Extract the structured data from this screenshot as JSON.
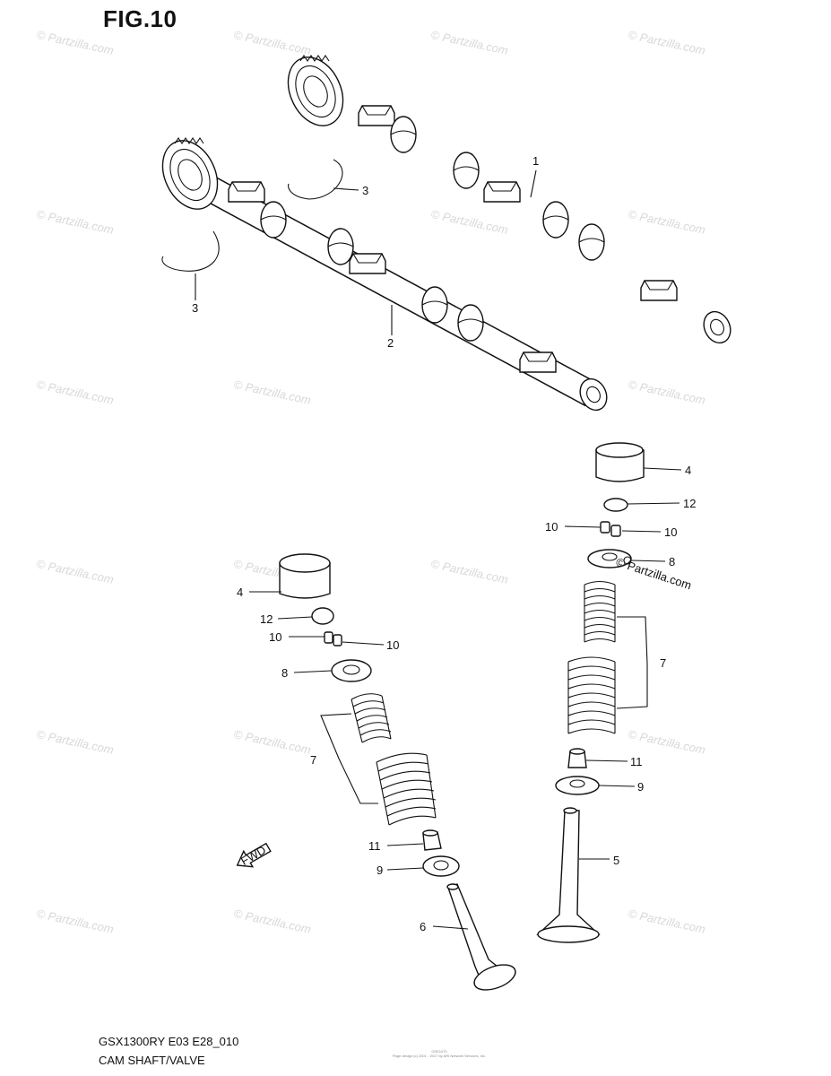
{
  "figure_title": "FIG.10",
  "watermark_text": "© Partzilla.com",
  "signature_text": "© Partzilla.com",
  "footer": {
    "model_code": "GSX1300RY E03 E28_010",
    "section_name": "CAM SHAFT/VALVE",
    "fine_print_code": "GSE1070",
    "fine_print": "Page design (c) 2001 - 2017 by ARI Network Services, Inc."
  },
  "fwd_arrow_label": "FWD",
  "callouts": {
    "c1": "1",
    "c2": "2",
    "c3a": "3",
    "c3b": "3",
    "c4r": "4",
    "c12r": "12",
    "c10ra": "10",
    "c10rb": "10",
    "c8r": "8",
    "c7r": "7",
    "c11r": "11",
    "c9r": "9",
    "c5": "5",
    "c4l": "4",
    "c12l": "12",
    "c10la": "10",
    "c10lb": "10",
    "c8l": "8",
    "c7l": "7",
    "c11l": "11",
    "c9l": "9",
    "c6": "6"
  },
  "colors": {
    "line": "#111111",
    "watermark": "#d8d8d8",
    "background": "#ffffff"
  }
}
